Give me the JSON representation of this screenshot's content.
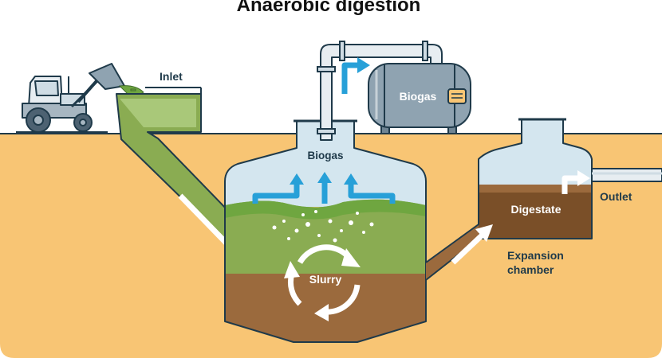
{
  "title": "Anaerobic digestion",
  "labels": {
    "inlet": "Inlet",
    "biogas_tank": "Biogas",
    "biogas_dome": "Biogas",
    "slurry": "Slurry",
    "digestate": "Digestate",
    "outlet": "Outlet",
    "expansion_line1": "Expansion",
    "expansion_line2": "chamber"
  },
  "colors": {
    "ground": "#f8c574",
    "outline": "#1f3a4a",
    "gas": "#d4e6ef",
    "arrow_blue": "#27a0d8",
    "green_top": "#6fa640",
    "green_mid": "#8aac52",
    "brown": "#9b6a3d",
    "brown_dark": "#7a4f28",
    "tank": "#8fa3b1",
    "pipe": "#e7edf1"
  }
}
